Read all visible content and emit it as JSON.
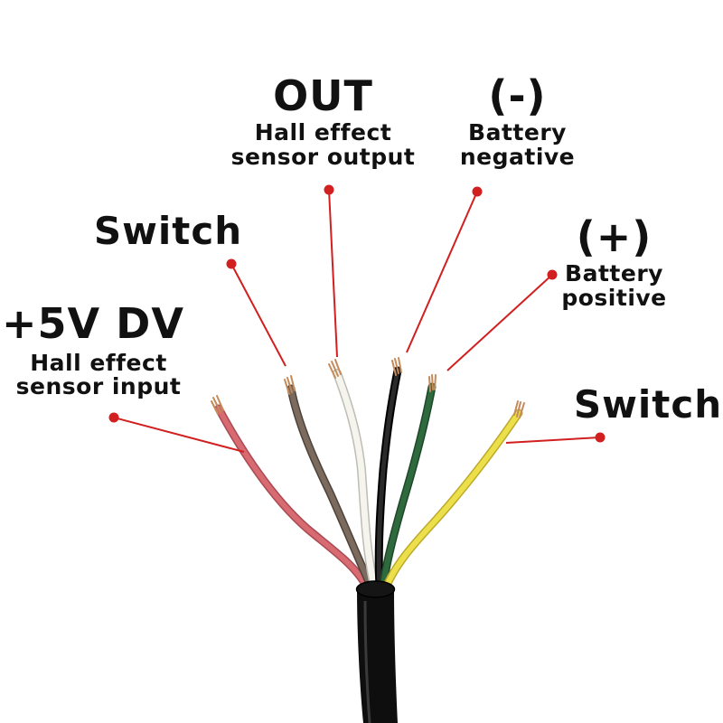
{
  "labels": {
    "vplus": {
      "title": "+5V DV",
      "desc1": "Hall effect",
      "desc2": "sensor input"
    },
    "switch_left": {
      "title": "Switch"
    },
    "out": {
      "title": "OUT",
      "desc1": "Hall effect",
      "desc2": "sensor output"
    },
    "negative": {
      "title": "(-)",
      "desc1": "Battery",
      "desc2": "negative"
    },
    "positive": {
      "title": "(+)",
      "desc1": "Battery",
      "desc2": "positive"
    },
    "switch_right": {
      "title": "Switch"
    }
  },
  "colors": {
    "leader": "#d21f1f",
    "cable": "#111111",
    "wire_pink": "#d86a72",
    "wire_brown": "#7b6a5e",
    "wire_white": "#efefe8",
    "wire_black": "#1a1a1a",
    "wire_green": "#2f6a3e",
    "wire_yellow": "#e7d83a",
    "copper": "#c58a5a"
  }
}
